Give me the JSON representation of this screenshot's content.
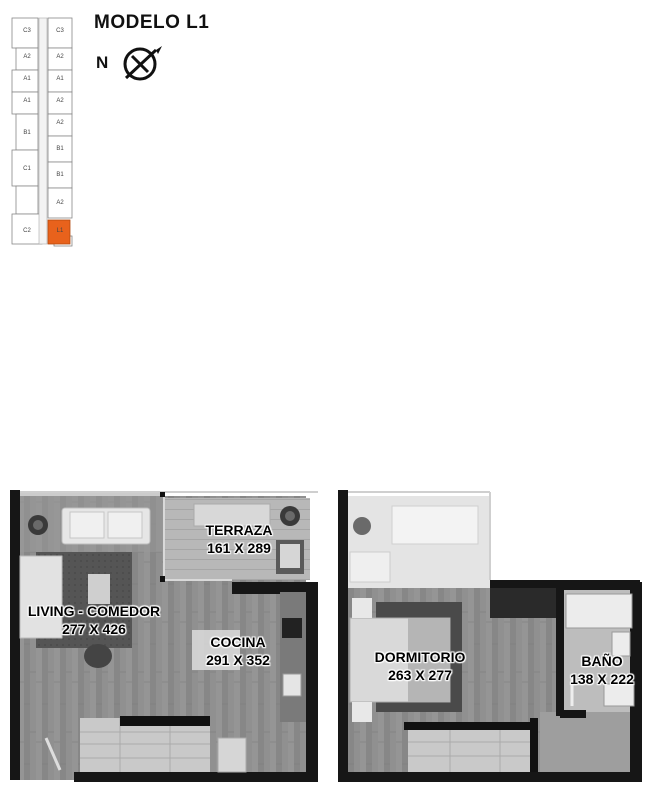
{
  "title": "MODELO L1",
  "north_label": "N",
  "highlight_color": "#e8621c",
  "keyplan": {
    "units_left": [
      "C3",
      "A2",
      "A1",
      "A1",
      "B1",
      "C1",
      "C2"
    ],
    "units_right": [
      "C3",
      "A2",
      "A1",
      "A2",
      "A2",
      "B1",
      "B1",
      "A2",
      "L1"
    ]
  },
  "rooms": {
    "terraza": {
      "name": "TERRAZA",
      "dims": "161 X 289"
    },
    "living": {
      "name": "LIVING - COMEDOR",
      "dims": "277 X 426"
    },
    "cocina": {
      "name": "COCINA",
      "dims": "291 X 352"
    },
    "dormitorio": {
      "name": "DORMITORIO",
      "dims": "263 X 277"
    },
    "bano": {
      "name": "BAÑO",
      "dims": "138 X 222"
    }
  }
}
